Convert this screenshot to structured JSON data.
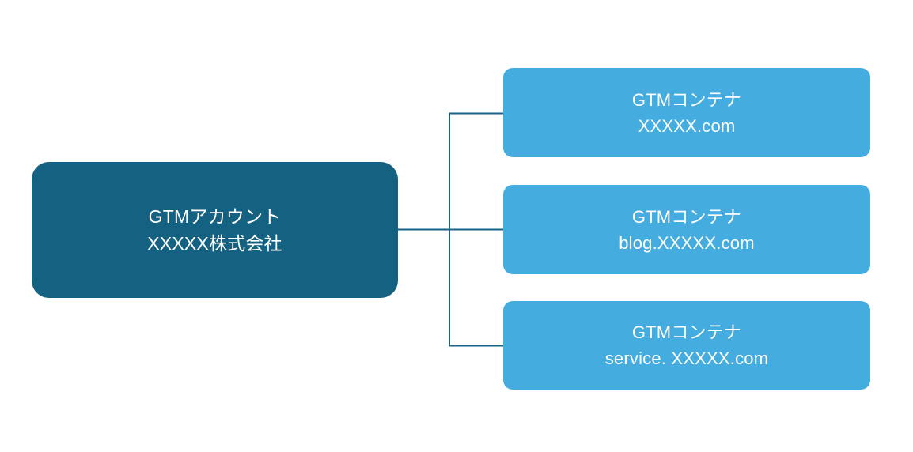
{
  "diagram": {
    "type": "org-tree",
    "title": "GTM account and container structure",
    "background_color": "#ffffff",
    "connector_color": "#1B6186",
    "connector_width": 2,
    "root": {
      "name": "gtm-account",
      "line1": "GTMアカウント",
      "line2": "XXXXX株式会社",
      "fill_color": "#156182",
      "text_color": "#ffffff"
    },
    "children": [
      {
        "name": "gtm-container-root-domain",
        "line1": "GTMコンテナ",
        "line2": "XXXXX.com",
        "fill_color": "#45ACDF",
        "text_color": "#ffffff"
      },
      {
        "name": "gtm-container-blog-subdomain",
        "line1": "GTMコンテナ",
        "line2": "blog.XXXXX.com",
        "fill_color": "#45ACDF",
        "text_color": "#ffffff"
      },
      {
        "name": "gtm-container-service-subdomain",
        "line1": "GTMコンテナ",
        "line2": "service. XXXXX.com",
        "fill_color": "#45ACDF",
        "text_color": "#ffffff"
      }
    ]
  }
}
